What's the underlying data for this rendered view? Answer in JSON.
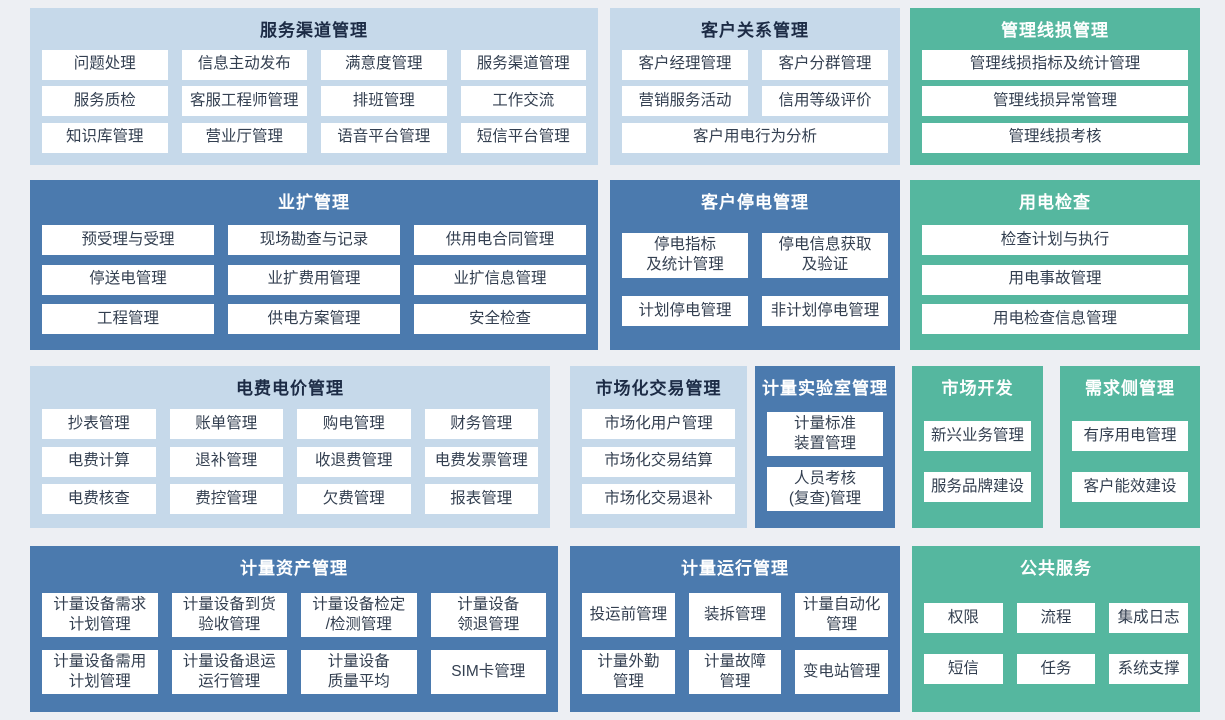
{
  "colors": {
    "page_bg": "#edeff3",
    "light_blue_panel": "#c6d9ea",
    "dark_blue_panel": "#4b7aae",
    "green_panel": "#55b79f",
    "item_box_bg": "#ffffff",
    "item_text": "#333f50",
    "light_panel_title_text": "#1c2b45",
    "dark_panel_title_text": "#ffffff"
  },
  "blocks": [
    {
      "id": "service-channel",
      "title": "服务渠道管理",
      "theme": "light",
      "items": [
        {
          "label": "问题处理"
        },
        {
          "label": "信息主动发布"
        },
        {
          "label": "满意度管理"
        },
        {
          "label": "服务渠道管理"
        },
        {
          "label": "服务质检"
        },
        {
          "label": "客服工程师管理"
        },
        {
          "label": "排班管理"
        },
        {
          "label": "工作交流"
        },
        {
          "label": "知识库管理"
        },
        {
          "label": "营业厅管理"
        },
        {
          "label": "语音平台管理"
        },
        {
          "label": "短信平台管理"
        }
      ]
    },
    {
      "id": "customer-relationship",
      "title": "客户关系管理",
      "theme": "light",
      "items": [
        {
          "label": "客户经理管理"
        },
        {
          "label": "客户分群管理"
        },
        {
          "label": "营销服务活动"
        },
        {
          "label": "信用等级评价"
        },
        {
          "label": "客户用电行为分析"
        }
      ]
    },
    {
      "id": "line-loss",
      "title": "管理线损管理",
      "theme": "green",
      "items": [
        {
          "label": "管理线损指标及统计管理"
        },
        {
          "label": "管理线损异常管理"
        },
        {
          "label": "管理线损考核"
        }
      ]
    },
    {
      "id": "business-expansion",
      "title": "业扩管理",
      "theme": "dark",
      "items": [
        {
          "label": "预受理与受理"
        },
        {
          "label": "现场勘查与记录"
        },
        {
          "label": "供用电合同管理"
        },
        {
          "label": "停送电管理"
        },
        {
          "label": "业扩费用管理"
        },
        {
          "label": "业扩信息管理"
        },
        {
          "label": "工程管理"
        },
        {
          "label": "供电方案管理"
        },
        {
          "label": "安全检查"
        }
      ]
    },
    {
      "id": "customer-outage",
      "title": "客户停电管理",
      "theme": "dark",
      "items": [
        {
          "label": "停电指标\n及统计管理"
        },
        {
          "label": "停电信息获取\n及验证"
        },
        {
          "label": "计划停电管理"
        },
        {
          "label": "非计划停电管理"
        }
      ]
    },
    {
      "id": "power-inspection",
      "title": "用电检查",
      "theme": "green",
      "items": [
        {
          "label": "检查计划与执行"
        },
        {
          "label": "用电事故管理"
        },
        {
          "label": "用电检查信息管理"
        }
      ]
    },
    {
      "id": "billing-pricing",
      "title": "电费电价管理",
      "theme": "light",
      "items": [
        {
          "label": "抄表管理"
        },
        {
          "label": "账单管理"
        },
        {
          "label": "购电管理"
        },
        {
          "label": "财务管理"
        },
        {
          "label": "电费计算"
        },
        {
          "label": "退补管理"
        },
        {
          "label": "收退费管理"
        },
        {
          "label": "电费发票管理"
        },
        {
          "label": "电费核查"
        },
        {
          "label": "费控管理"
        },
        {
          "label": "欠费管理"
        },
        {
          "label": "报表管理"
        }
      ]
    },
    {
      "id": "market-trading",
      "title": "市场化交易管理",
      "theme": "light",
      "items": [
        {
          "label": "市场化用户管理"
        },
        {
          "label": "市场化交易结算"
        },
        {
          "label": "市场化交易退补"
        }
      ]
    },
    {
      "id": "metering-lab",
      "title": "计量实验室管理",
      "theme": "dark",
      "items": [
        {
          "label": "计量标准\n装置管理"
        },
        {
          "label": "人员考核\n(复查)管理"
        }
      ]
    },
    {
      "id": "market-development",
      "title": "市场开发",
      "theme": "green",
      "items": [
        {
          "label": "新兴业务管理"
        },
        {
          "label": "服务品牌建设"
        }
      ]
    },
    {
      "id": "demand-side",
      "title": "需求侧管理",
      "theme": "green",
      "items": [
        {
          "label": "有序用电管理"
        },
        {
          "label": "客户能效建设"
        }
      ]
    },
    {
      "id": "metering-assets",
      "title": "计量资产管理",
      "theme": "dark",
      "items": [
        {
          "label": "计量设备需求\n计划管理"
        },
        {
          "label": "计量设备到货\n验收管理"
        },
        {
          "label": "计量设备检定\n/检测管理"
        },
        {
          "label": "计量设备\n领退管理"
        },
        {
          "label": "计量设备需用\n计划管理"
        },
        {
          "label": "计量设备退运\n运行管理"
        },
        {
          "label": "计量设备\n质量平均"
        },
        {
          "label": "SIM卡管理"
        }
      ]
    },
    {
      "id": "metering-operation",
      "title": "计量运行管理",
      "theme": "dark",
      "items": [
        {
          "label": "投运前管理"
        },
        {
          "label": "装拆管理"
        },
        {
          "label": "计量自动化\n管理"
        },
        {
          "label": "计量外勤\n管理"
        },
        {
          "label": "计量故障\n管理"
        },
        {
          "label": "变电站管理"
        }
      ]
    },
    {
      "id": "public-services",
      "title": "公共服务",
      "theme": "green",
      "items": [
        {
          "label": "权限"
        },
        {
          "label": "流程"
        },
        {
          "label": "集成日志"
        },
        {
          "label": "短信"
        },
        {
          "label": "任务"
        },
        {
          "label": "系统支撑"
        }
      ]
    }
  ]
}
